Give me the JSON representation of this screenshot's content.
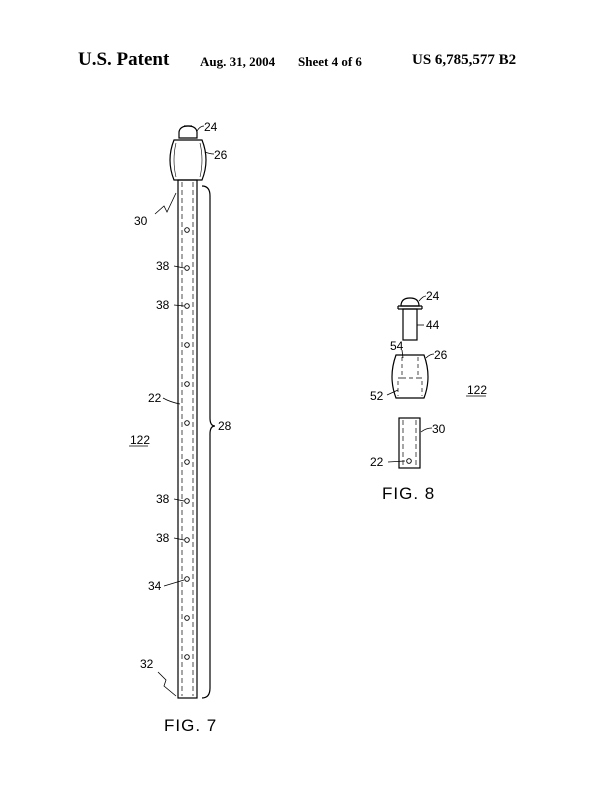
{
  "header": {
    "patent_label": "U.S. Patent",
    "date": "Aug. 31, 2004",
    "sheet": "Sheet 4 of 6",
    "patent_number": "US 6,785,577 B2"
  },
  "fig7": {
    "caption": "FIG. 7",
    "labels": {
      "l24": "24",
      "l26": "26",
      "l30": "30",
      "l38a": "38",
      "l38b": "38",
      "l22": "22",
      "l28": "28",
      "l122": "122",
      "l38c": "38",
      "l38d": "38",
      "l34": "34",
      "l32": "32"
    }
  },
  "fig8": {
    "caption": "FIG. 8",
    "labels": {
      "l24": "24",
      "l44": "44",
      "l54": "54",
      "l26": "26",
      "l52": "52",
      "l122": "122",
      "l30": "30",
      "l22": "22"
    }
  }
}
